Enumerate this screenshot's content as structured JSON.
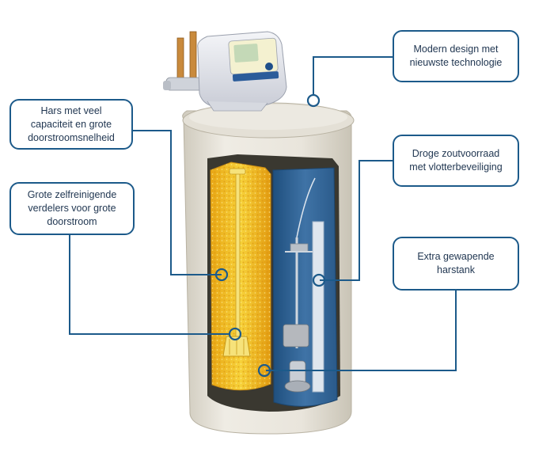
{
  "callouts": {
    "hars": "Hars met veel\ncapaciteit en grote\ndoorstroomsnelheid",
    "verdelers": "Grote zelfreinigende\nverdelers voor grote\ndoorstroom",
    "design": "Modern design met\nnieuwste technologie",
    "zout": "Droge zoutvoorraad\nmet vlotterbeveiliging",
    "harstank": "Extra gewapende\nharstank"
  },
  "colors": {
    "callout_border": "#1c5a8a",
    "leader_line": "#1c5a8a",
    "resin": "#f2c21b",
    "tank_body": "#e8e4da",
    "brine_tank": "#2e5f8f",
    "control_head": "#e6e8ee",
    "valve_pipe": "#c98a3c"
  },
  "icons": [
    "water-softener-illustration",
    "control-valve-icon",
    "float-valve-icon"
  ]
}
